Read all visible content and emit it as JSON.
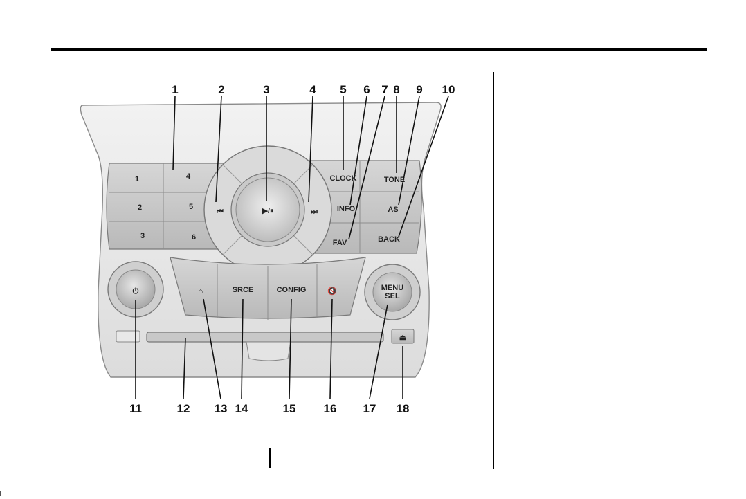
{
  "preset_buttons": [
    "1",
    "2",
    "3",
    "4",
    "5",
    "6"
  ],
  "controls": {
    "prev_symbol": "⏮",
    "play_pause_symbol": "▶/⏸",
    "next_symbol": "⏭",
    "clock": "CLOCK",
    "info": "INFO",
    "fav": "FAV",
    "tone": "TONE",
    "as": "AS",
    "back": "BACK",
    "power_symbol": "⏻",
    "home_symbol": "⌂",
    "srce": "SRCE",
    "config": "CONFIG",
    "mute_symbol": "🔇",
    "menu_sel_line1": "MENU",
    "menu_sel_line2": "SEL",
    "eject_symbol": "⏏"
  },
  "callouts": [
    "1",
    "2",
    "3",
    "4",
    "5",
    "6",
    "7",
    "8",
    "9",
    "10",
    "11",
    "12",
    "13",
    "14",
    "15",
    "16",
    "17",
    "18"
  ]
}
